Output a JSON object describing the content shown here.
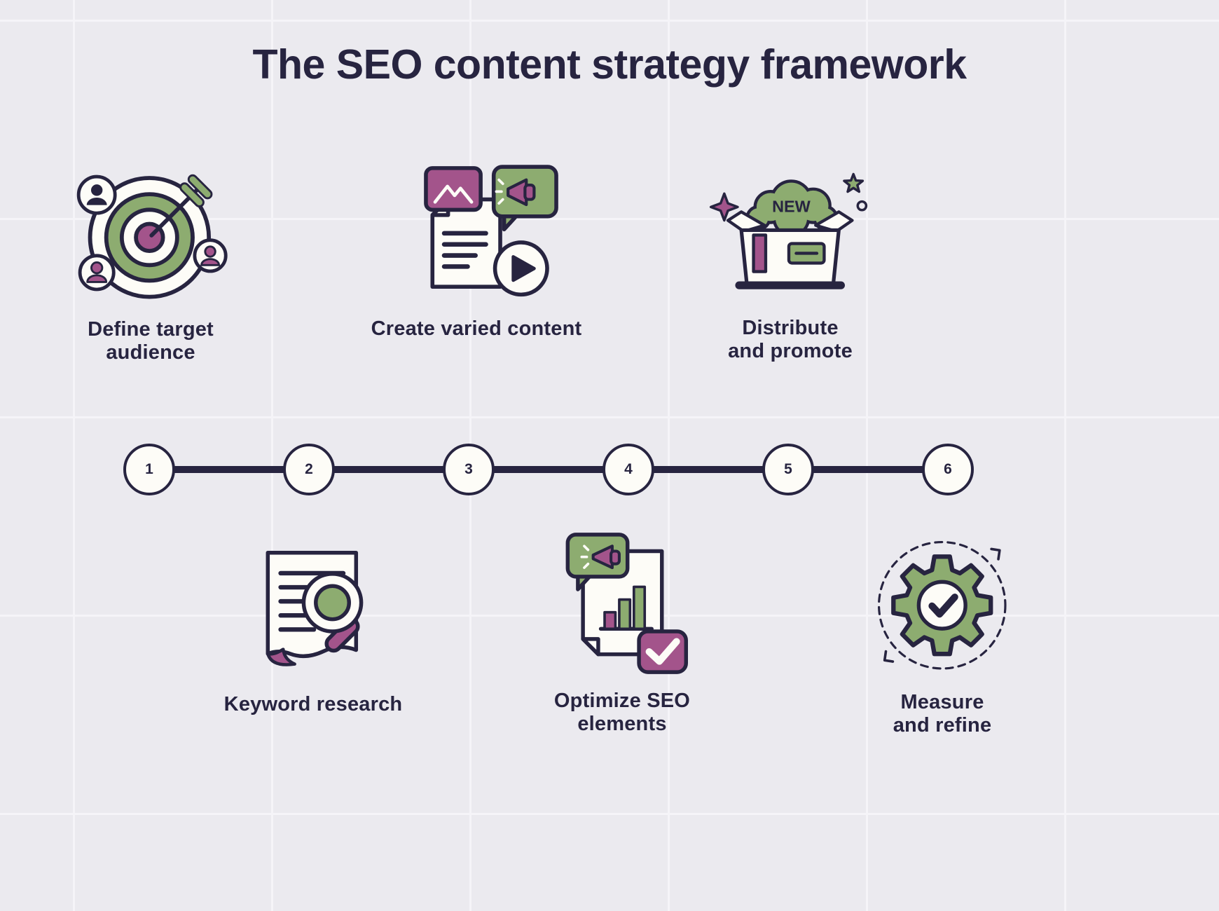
{
  "title": "The SEO content strategy framework",
  "steps": [
    {
      "number": "1",
      "label": "Define target\naudience",
      "icon": "target-audience-icon",
      "position": "top"
    },
    {
      "number": "2",
      "label": "Keyword research",
      "icon": "keyword-research-icon",
      "position": "bottom"
    },
    {
      "number": "3",
      "label": "Create varied content",
      "icon": "varied-content-icon",
      "position": "top"
    },
    {
      "number": "4",
      "label": "Optimize SEO\nelements",
      "icon": "optimize-seo-icon",
      "position": "bottom"
    },
    {
      "number": "5",
      "label": "Distribute\nand promote",
      "icon": "distribute-promote-icon",
      "position": "top"
    },
    {
      "number": "6",
      "label": "Measure\nand refine",
      "icon": "measure-refine-icon",
      "position": "bottom"
    }
  ],
  "badges": {
    "new_label": "NEW"
  },
  "colors": {
    "ink": "#272440",
    "green": "#8dac70",
    "purple": "#a3548b",
    "paper": "#fdfcf7",
    "background": "#ebeaef"
  }
}
